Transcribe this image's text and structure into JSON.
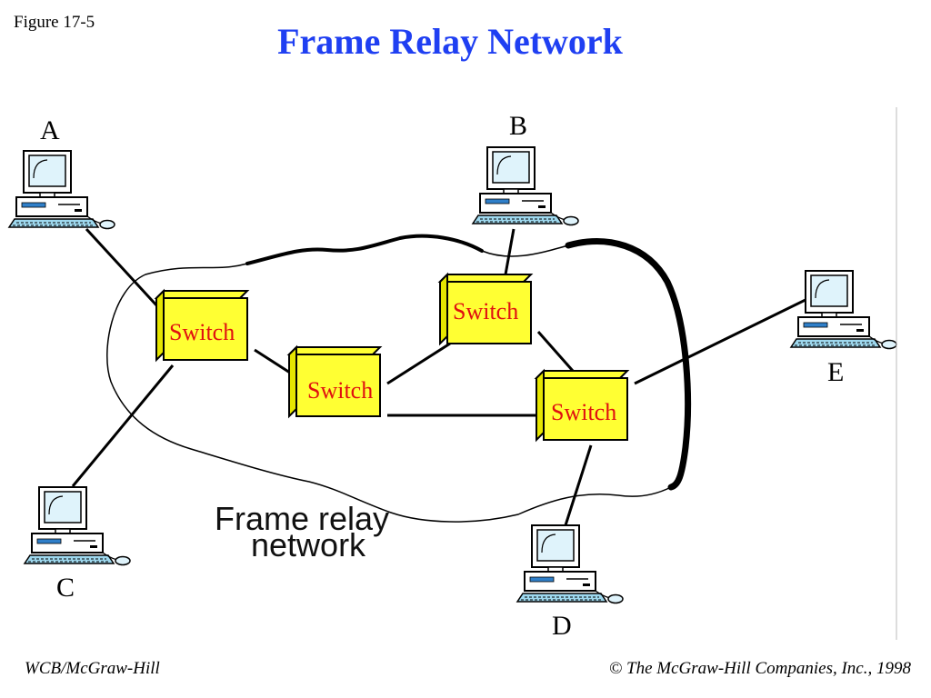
{
  "header": {
    "figure_label": "Figure 17-5",
    "title": "Frame Relay Network"
  },
  "diagram": {
    "cloud_label_line1": "Frame relay",
    "cloud_label_line2": "network",
    "computers": [
      {
        "id": "A",
        "label": "A"
      },
      {
        "id": "B",
        "label": "B"
      },
      {
        "id": "C",
        "label": "C"
      },
      {
        "id": "D",
        "label": "D"
      },
      {
        "id": "E",
        "label": "E"
      }
    ],
    "switches": [
      {
        "id": "s1",
        "label": "Switch"
      },
      {
        "id": "s2",
        "label": "Switch"
      },
      {
        "id": "s3",
        "label": "Switch"
      },
      {
        "id": "s4",
        "label": "Switch"
      }
    ],
    "colors": {
      "switch_fill": "#ffff33",
      "switch_text": "#e01010",
      "title": "#1f3ff2",
      "monitor_screen": "#dff3fb"
    }
  },
  "footer": {
    "left": "WCB/McGraw-Hill",
    "right": "© The McGraw-Hill Companies, Inc., 1998"
  }
}
